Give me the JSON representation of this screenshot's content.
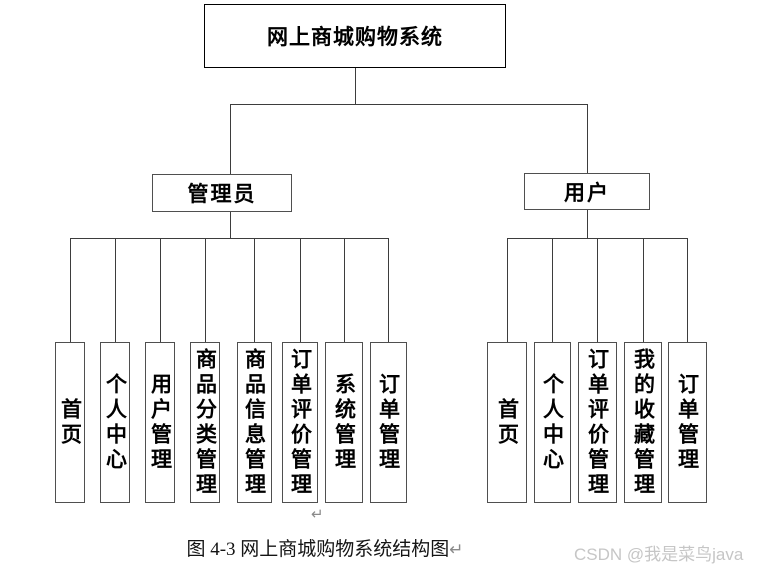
{
  "diagram": {
    "root": {
      "label": "网上商城购物系统"
    },
    "branches": [
      {
        "label": "管理员",
        "children": [
          "首页",
          "个人中心",
          "用户管理",
          "商品分类管理",
          "商品信息管理",
          "订单评价管理",
          "系统管理",
          "订单管理"
        ]
      },
      {
        "label": "用户",
        "children": [
          "首页",
          "个人中心",
          "订单评价管理",
          "我的收藏管理",
          "订单管理"
        ]
      }
    ]
  },
  "caption": {
    "text": "图 4-3 网上商城购物系统结构图",
    "return_mark": "↵"
  },
  "watermark": {
    "text": "CSDN @我是菜鸟java"
  },
  "colors": {
    "line": "#3d3d3d",
    "box_border": "#4f4f4f",
    "watermark": "#c6c6c6"
  }
}
